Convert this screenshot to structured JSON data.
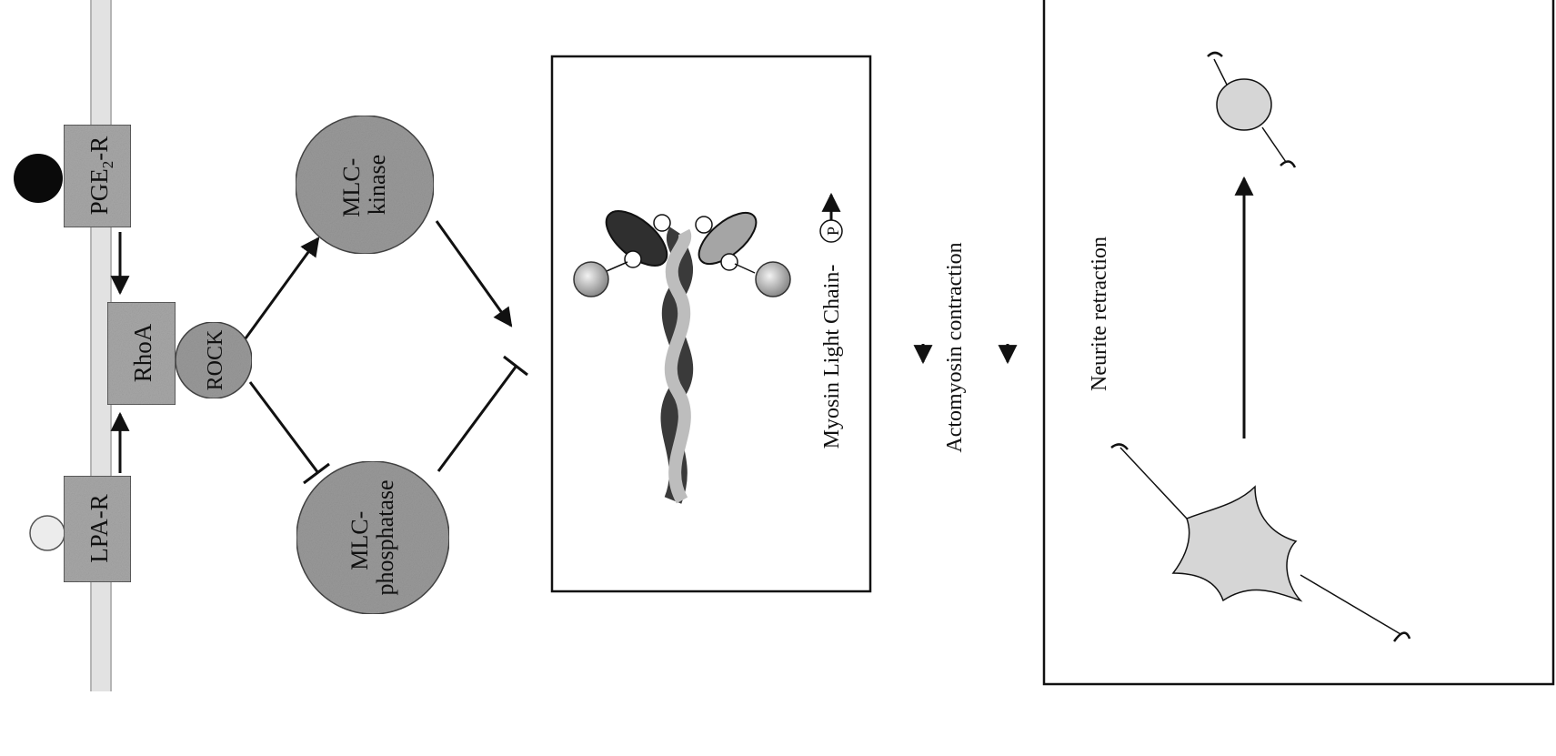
{
  "receptors": {
    "lpa": "LPA-R",
    "pge_prefix": "PGE",
    "pge_sub": "2",
    "pge_suffix": "-R"
  },
  "nodes": {
    "rhoa": "RhoA",
    "rock": "ROCK",
    "mlc_kinase_line1": "MLC-",
    "mlc_kinase_line2": "kinase",
    "mlc_phosphatase_line1": "MLC-",
    "mlc_phosphatase_line2": "phosphatase"
  },
  "labels": {
    "myosin_text": "Myosin Light Chain-",
    "phospho": "P",
    "actomyosin": "Actomyosin contraction",
    "neurite": "Neurite retraction"
  },
  "colors": {
    "box_fill": "#a8a8a8",
    "circle_fill": "#9a9a9a",
    "membrane": "#c9c9c9",
    "ligand_dark": "#0a0a0a",
    "ligand_light": "#e8e8e8",
    "cell_fill": "#d6d6d6",
    "myosin_dark": "#3a3a3a",
    "myosin_light": "#bdbdbd"
  }
}
